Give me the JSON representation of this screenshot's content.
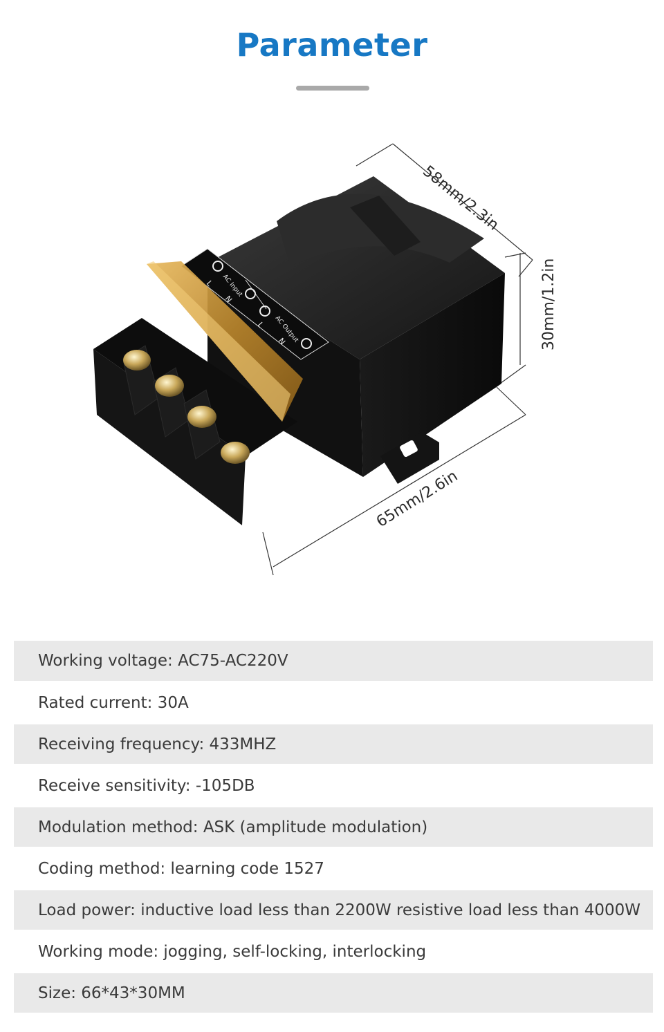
{
  "title": "Parameter",
  "colors": {
    "accent": "#1778c4",
    "row_shade": "#e9e9e9",
    "body_text": "#3a3a3a"
  },
  "product": {
    "dim_top": "58mm/2.3in",
    "dim_side": "30mm/1.2in",
    "dim_bottom": "65mm/2.6in",
    "terminal_labels": {
      "input_title": "AC Input",
      "output_title": "AC Output",
      "l": "L",
      "n": "N"
    }
  },
  "specs": [
    "Working voltage: AC75-AC220V",
    "Rated current: 30A",
    "Receiving frequency: 433MHZ",
    "Receive sensitivity: -105DB",
    "Modulation method: ASK (amplitude modulation)",
    "Coding method: learning code 1527",
    "Load power: inductive load less than 2200W resistive load less than 4000W",
    "Working mode: jogging, self-locking, interlocking",
    "Size: 66*43*30MM"
  ]
}
